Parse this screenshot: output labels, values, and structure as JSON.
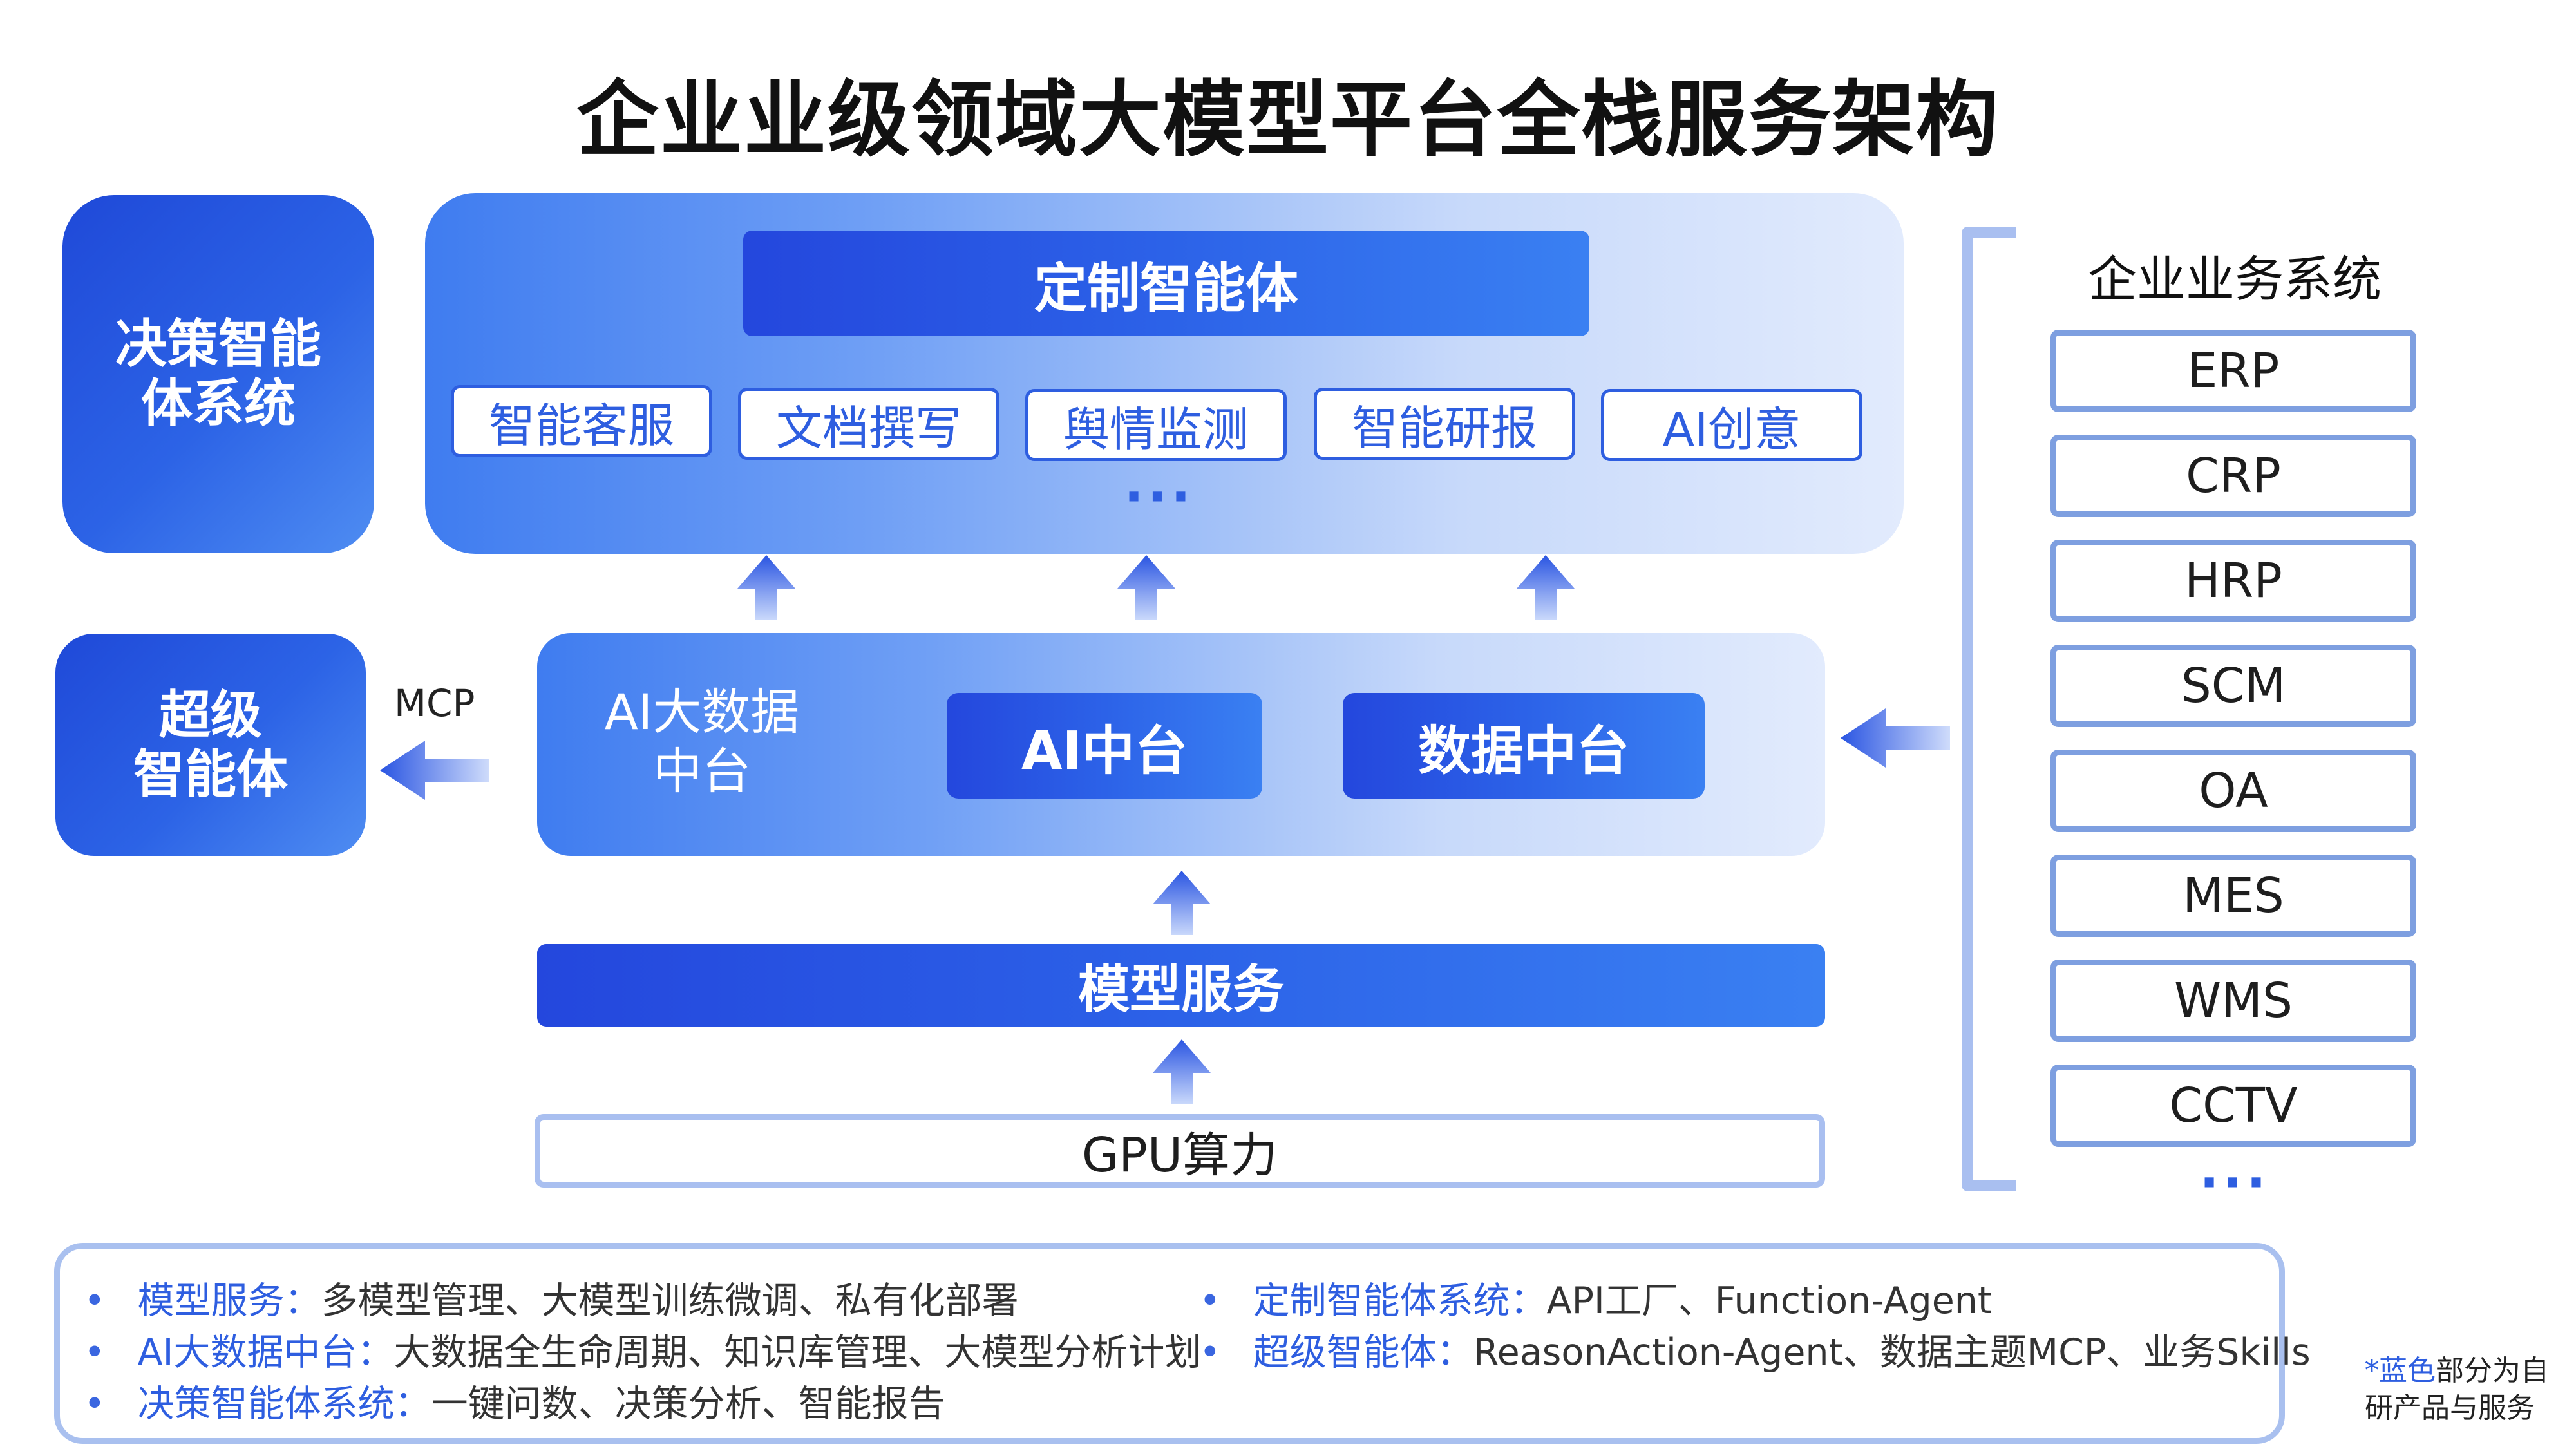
{
  "title": "企业业级领域大模型平台全栈服务架构",
  "decision_system": "决策智能\n体系统",
  "custom_agent": {
    "title": "定制智能体",
    "items": [
      "智能客服",
      "文档撰写",
      "舆情监测",
      "智能研报",
      "AI创意"
    ],
    "more": "···"
  },
  "super_agent": "超级\n智能体",
  "mcp_label": "MCP",
  "ai_data_platform": {
    "label": "AI大数据\n中台",
    "ai_platform": "AI中台",
    "data_platform": "数据中台"
  },
  "model_service": "模型服务",
  "gpu": "GPU算力",
  "enterprise": {
    "title": "企业业务系统",
    "systems": [
      "ERP",
      "CRP",
      "HRP",
      "SCM",
      "OA",
      "MES",
      "WMS",
      "CCTV"
    ],
    "more": "···"
  },
  "legend": {
    "bullet": "•",
    "left": [
      {
        "key": "模型服务：",
        "value": "多模型管理、大模型训练微调、私有化部署"
      },
      {
        "key": "AI大数据中台：",
        "value": "大数据全生命周期、知识库管理、大模型分析计划"
      },
      {
        "key": "决策智能体系统：",
        "value": "一键问数、决策分析、智能报告"
      }
    ],
    "right": [
      {
        "key": "定制智能体系统：",
        "value": "API工厂、Function-Agent"
      },
      {
        "key": "超级智能体：",
        "value": "ReasonAction-Agent、数据主题MCP、业务Skills"
      }
    ]
  },
  "footnote": {
    "star": "*",
    "blue_word": "蓝色",
    "rest": "部分为自研产品与服务"
  },
  "colors": {
    "primary": "#2c62e8",
    "dark_blue": "#1f49d8",
    "chip_border": "#2e5ee0",
    "system_border": "#7e9fe0",
    "legend_border": "#a9c0ef"
  }
}
